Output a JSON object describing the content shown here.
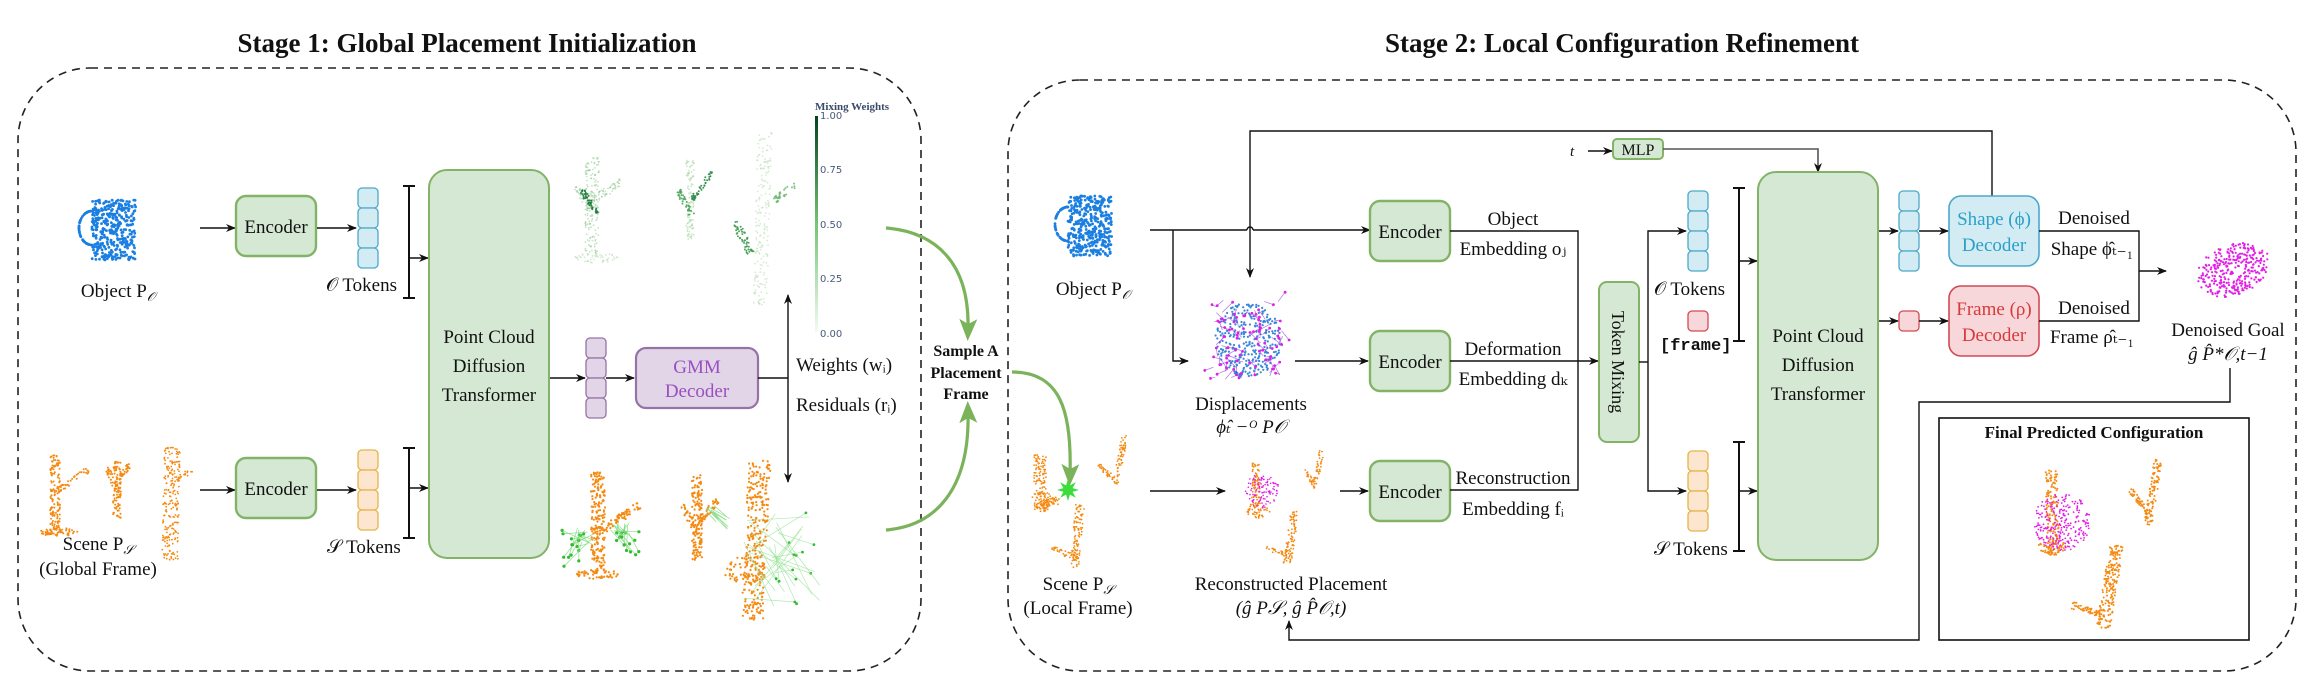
{
  "stage1": {
    "title": "Stage 1: Global Placement Initialization",
    "object_label": "Object P",
    "object_sub": "𝒪",
    "scene_label": "Scene P",
    "scene_sub": "𝒮",
    "scene_frame": "(Global Frame)",
    "encoder_label": "Encoder",
    "o_tokens": "𝒪 Tokens",
    "s_tokens": "𝒮 Tokens",
    "transformer_lines": [
      "Point Cloud",
      "Diffusion",
      "Transformer"
    ],
    "gmm_lines": [
      "GMM",
      "Decoder"
    ],
    "weights_label": "Weights (wᵢ)",
    "residuals_label": "Residuals (rᵢ)",
    "colorbar": {
      "title": "Mixing Weights",
      "ticks": [
        "1.00",
        "0.75",
        "0.50",
        "0.25",
        "0.00"
      ]
    }
  },
  "sample_frame": {
    "lines": [
      "Sample A",
      "Placement",
      "Frame"
    ]
  },
  "stage2": {
    "title": "Stage 2: Local Configuration Refinement",
    "object_label": "Object P",
    "object_sub": "𝒪",
    "scene_label": "Scene P",
    "scene_sub": "𝒮",
    "scene_frame": "(Local Frame)",
    "encoder_label": "Encoder",
    "displacements_label": "Displacements",
    "displacements_formula": "ϕ̂ₜ −ᴼ P𝒪",
    "reconstructed_label": "Reconstructed Placement",
    "reconstructed_formula": "(ĝ P𝒮, ĝ P̂𝒪,t)",
    "object_embedding": [
      "Object",
      "Embedding oⱼ"
    ],
    "deformation_embedding": [
      "Deformation",
      "Embedding dₖ"
    ],
    "reconstruction_embedding": [
      "Reconstruction",
      "Embedding fᵢ"
    ],
    "token_mixing": "Token Mixing",
    "t_label": "t",
    "mlp_label": "MLP",
    "o_tokens": "𝒪 Tokens",
    "frame_token": "[frame]",
    "s_tokens": "𝒮 Tokens",
    "transformer_lines": [
      "Point Cloud",
      "Diffusion",
      "Transformer"
    ],
    "shape_decoder": [
      "Shape (ϕ)",
      "Decoder"
    ],
    "frame_decoder": [
      "Frame (ρ)",
      "Decoder"
    ],
    "denoised_shape": [
      "Denoised",
      "Shape ϕ̂ₜ₋₁"
    ],
    "denoised_frame": [
      "Denoised",
      "Frame ρ̂ₜ₋₁"
    ],
    "denoised_goal": "Denoised Goal",
    "denoised_goal_formula": "ĝ P̂*𝒪,t−1",
    "final_config_title": "Final Predicted Configuration"
  },
  "colors": {
    "encoder_fill": "#d5e8d4",
    "encoder_stroke": "#82b366",
    "object_token_fill": "#d3ebf3",
    "object_token_stroke": "#4aa9c9",
    "scene_token_fill": "#fde6cf",
    "scene_token_stroke": "#e5b34a",
    "gmm_fill": "#e1d5e7",
    "gmm_stroke": "#9673a6",
    "gmm_text": "#9b4fc0",
    "shape_text": "#2ba0c8",
    "frame_fill": "#f8d7da",
    "frame_stroke": "#d04a55",
    "frame_text": "#d83a3a",
    "mug_blue": "#1a7fe0",
    "scene_orange": "#f58a12",
    "goal_magenta": "#e21fe6",
    "arrow_green": "#7ab35a",
    "star_green": "#3cdc3c"
  }
}
